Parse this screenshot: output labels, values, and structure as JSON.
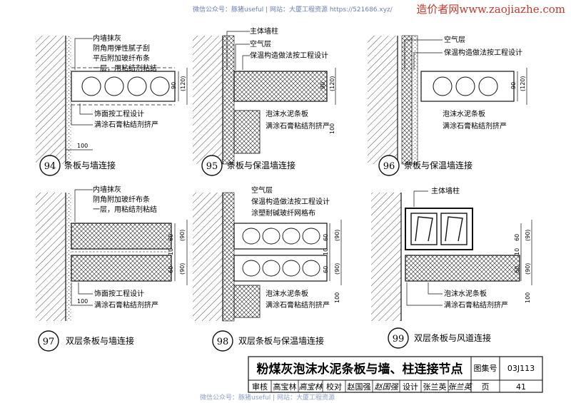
{
  "watermark": {
    "top": "微信公众号：豚猪useful | 网站：大厦工程资源 https://521686.xyz/",
    "right": "造价者网www.zaojiazhe.com",
    "bottom": "微信公众号：豚猪useful | 网站：大厦工程资源"
  },
  "details": [
    {
      "num": "94",
      "caption": "条板与墙连接",
      "labels": [
        "内墙抹灰",
        "阴角用弹性腻子刮",
        "平后附加玻纤布条",
        "一层，用粘结剂粘结",
        "饰面按工程设计",
        "满涂石膏粘结剂挤严"
      ],
      "dims": [
        "90",
        "(120)",
        "100"
      ]
    },
    {
      "num": "95",
      "caption": "条板与保温墙连接",
      "labels": [
        "主体墙柱",
        "空气层",
        "保温构造做法按工程设计",
        "泡沫水泥条板",
        "满涂石膏粘结剂挤严"
      ],
      "dims": [
        "90",
        "(120)",
        "100"
      ]
    },
    {
      "num": "96",
      "caption": "条板与保温墙连接",
      "labels": [
        "空气层",
        "保温构造做法按工程设计",
        "泡沫水泥条板",
        "满涂石膏粘结剂挤严"
      ],
      "dims": [
        "90",
        "(120)"
      ]
    },
    {
      "num": "97",
      "caption": "双层条板与墙连接",
      "labels": [
        "内墙抹灰",
        "阴角附加玻纤布条",
        "一层，用粘结剂粘结",
        "饰面按工程设计",
        "满涂石膏粘结剂挤严"
      ],
      "dims": [
        "60",
        "(90)",
        "10",
        "60",
        "(90)",
        "100"
      ]
    },
    {
      "num": "98",
      "caption": "双层条板与保温墙连接",
      "labels": [
        "空气层",
        "保温构造做法按工程设计",
        "涂塑耐碱玻纤网格布",
        "泡沫水泥条板",
        "满涂石膏粘结剂挤严"
      ],
      "dims": [
        "60",
        "(90)",
        "10",
        "60",
        "(90)",
        "100"
      ]
    },
    {
      "num": "99",
      "caption": "双层条板与风道连接",
      "labels": [
        "主体墙柱",
        "泡沫水泥条板",
        "满涂石膏粘结剂挤严"
      ],
      "dims": [
        "60",
        "(90)",
        "10",
        "60",
        "(90)",
        "100"
      ]
    }
  ],
  "title_block": {
    "title": "粉煤灰泡沫水泥条板与墙、柱连接节点",
    "atlas_label": "图集号",
    "atlas_no": "03J113",
    "row": [
      "审核",
      "高宝林",
      "高宝林",
      "校对",
      "赵国强",
      "赵国强",
      "设计",
      "张兰英",
      "张兰英",
      "页",
      "41"
    ]
  }
}
